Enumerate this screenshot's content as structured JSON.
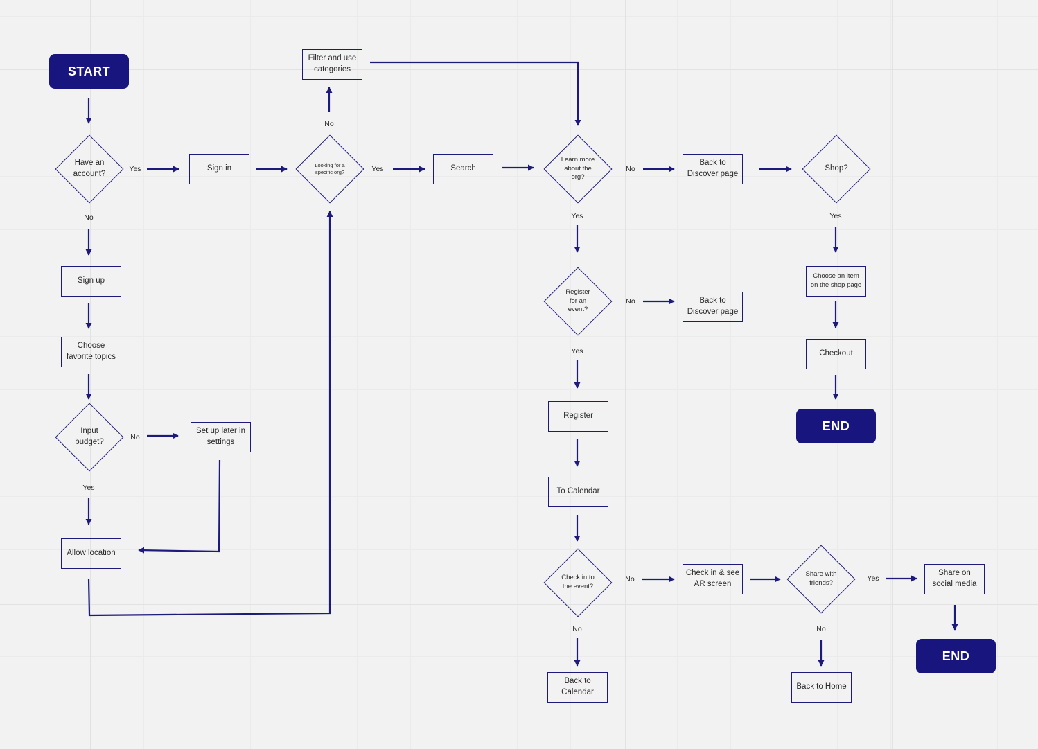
{
  "diagram": {
    "nodes": {
      "start": "START",
      "have_account": "Have an account?",
      "sign_in": "Sign in",
      "sign_up": "Sign up",
      "choose_topics": "Choose favorite topics",
      "input_budget": "Input budget?",
      "setup_later": "Set up later in settings",
      "allow_location": "Allow location",
      "filter_categories": "Filter and use categories",
      "looking_specific": "Looking for a specific org?",
      "search": "Search",
      "learn_more": "Learn more about the org?",
      "back_discover_1": "Back to Discover page",
      "shop": "Shop?",
      "choose_item": "Choose an item on the shop page",
      "checkout": "Checkout",
      "end_1": "END",
      "register_event": "Register for an event?",
      "back_discover_2": "Back to Discover page",
      "register": "Register",
      "to_calendar": "To Calendar",
      "check_in": "Check in to the event?",
      "back_calendar": "Back to Calendar",
      "check_in_ar": "Check in & see AR screen",
      "share_friends": "Share with friends?",
      "back_home": "Back to Home",
      "share_social": "Share on social media",
      "end_2": "END"
    },
    "labels": {
      "yes": "Yes",
      "no": "No"
    }
  },
  "colors": {
    "line": "#1d1a7c",
    "terminal": "#18167e",
    "grid": "#e2e2e2",
    "background": "#f2f2f2"
  }
}
